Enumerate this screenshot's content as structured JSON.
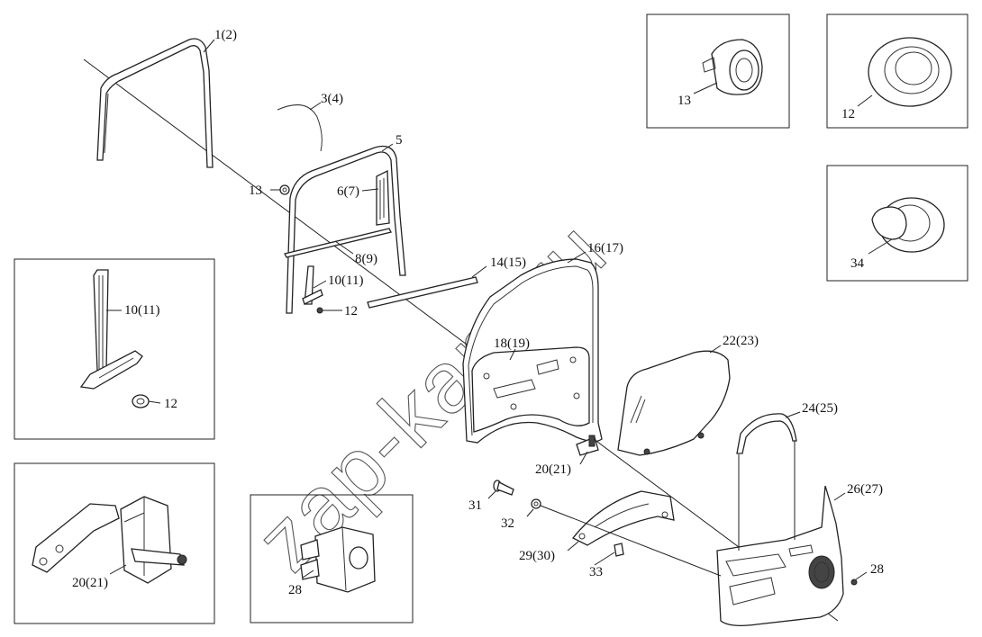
{
  "watermark": "zap-kam.ru",
  "callouts": {
    "c_1_2": "1(2)",
    "c_3_4": "3(4)",
    "c_5": "5",
    "c_13_main": "13",
    "c_6_7": "6(7)",
    "c_8_9": "8(9)",
    "c_10_11_main": "10(11)",
    "c_12_main": "12",
    "c_14_15": "14(15)",
    "c_16_17": "16(17)",
    "c_18_19": "18(19)",
    "c_22_23": "22(23)",
    "c_20_21_main": "20(21)",
    "c_24_25": "24(25)",
    "c_26_27": "26(27)",
    "c_31": "31",
    "c_32": "32",
    "c_29_30": "29(30)",
    "c_33": "33",
    "c_28_main": "28",
    "c_13_detail": "13",
    "c_12_detail": "12",
    "c_34_detail": "34",
    "c_10_11_detail": "10(11)",
    "c_12_detail_b": "12",
    "c_20_21_detail": "20(21)",
    "c_28_detail": "28"
  }
}
